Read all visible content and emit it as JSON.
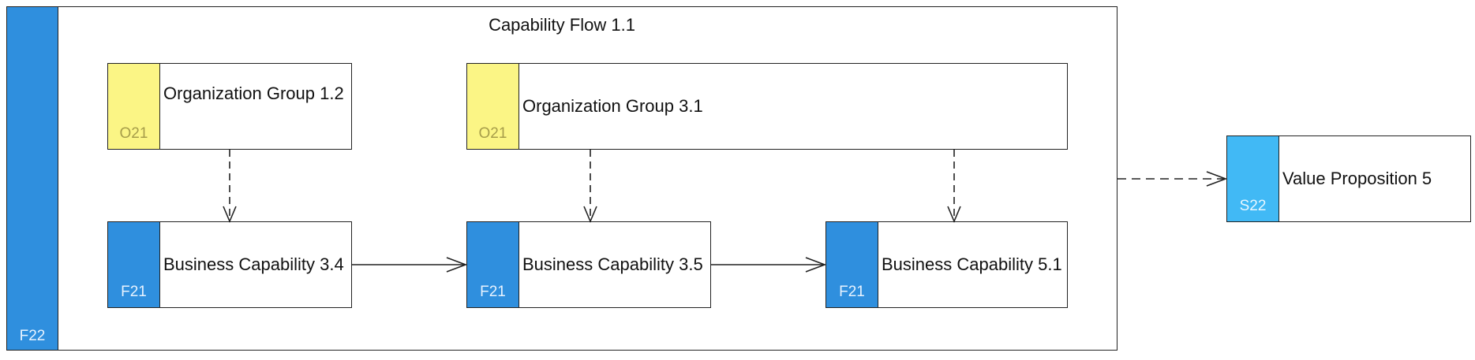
{
  "diagram": {
    "frame": {
      "title": "Capability Flow 1.1",
      "code": "F22",
      "color": "#2f8fde"
    },
    "nodes": {
      "org_group_1_2": {
        "label": "Organization Group 1.2",
        "code": "O21"
      },
      "org_group_3_1": {
        "label": "Organization Group 3.1",
        "code": "O21"
      },
      "bc_3_4": {
        "label": "Business Capability 3.4",
        "code": "F21"
      },
      "bc_3_5": {
        "label": "Business Capability 3.5",
        "code": "F21"
      },
      "bc_5_1": {
        "label": "Business Capability 5.1",
        "code": "F21"
      },
      "value_prop_5": {
        "label": "Value Proposition 5",
        "code": "S22"
      }
    },
    "edges": [
      {
        "from": "org_group_1_2",
        "to": "bc_3_4",
        "style": "dashed"
      },
      {
        "from": "org_group_3_1",
        "to": "bc_3_5",
        "style": "dashed"
      },
      {
        "from": "org_group_3_1",
        "to": "bc_5_1",
        "style": "dashed"
      },
      {
        "from": "bc_3_4",
        "to": "bc_3_5",
        "style": "solid"
      },
      {
        "from": "bc_3_5",
        "to": "bc_5_1",
        "style": "solid"
      },
      {
        "from": "capability_flow",
        "to": "value_prop_5",
        "style": "dashed"
      }
    ],
    "colors": {
      "organization": "#fbf585",
      "capability": "#2f8fde",
      "value": "#41b9f5"
    }
  }
}
